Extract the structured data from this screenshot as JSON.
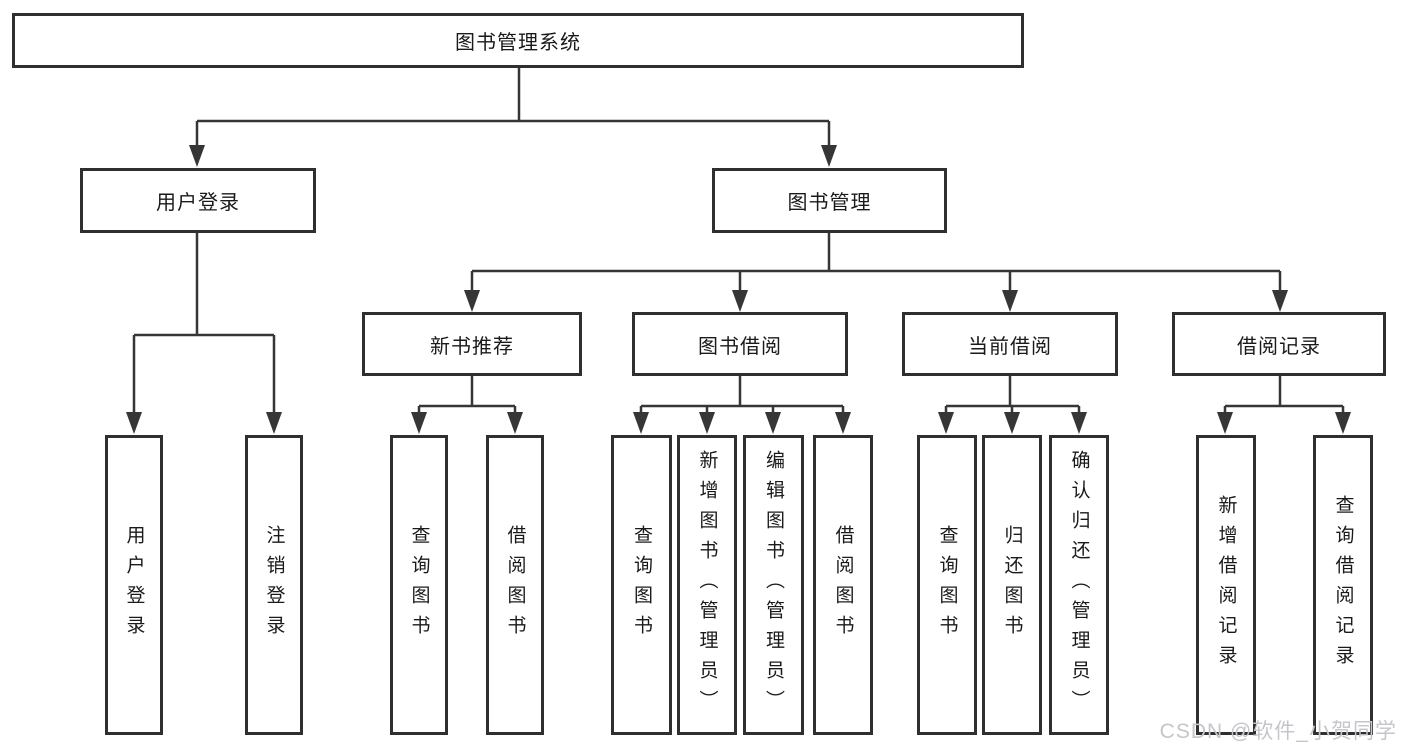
{
  "tree": {
    "root": "图书管理系统",
    "branches": [
      {
        "label": "用户登录",
        "children": [
          "用户登录",
          "注销登录"
        ]
      },
      {
        "label": "图书管理",
        "sections": [
          {
            "label": "新书推荐",
            "children": [
              "查询图书",
              "借阅图书"
            ]
          },
          {
            "label": "图书借阅",
            "children": [
              "查询图书",
              "新增图书（管理员）",
              "编辑图书（管理员）",
              "借阅图书"
            ]
          },
          {
            "label": "当前借阅",
            "children": [
              "查询图书",
              "归还图书",
              "确认归还（管理员）"
            ]
          },
          {
            "label": "借阅记录",
            "children": [
              "新增借阅记录",
              "查询借阅记录"
            ]
          }
        ]
      }
    ]
  },
  "watermark": "CSDN @软件_小贺同学",
  "colors": {
    "background": "#ffffff",
    "line": "#363636",
    "border": "#2f2f2f",
    "text": "#1a1a1a",
    "watermark": "#c7c4ca"
  }
}
